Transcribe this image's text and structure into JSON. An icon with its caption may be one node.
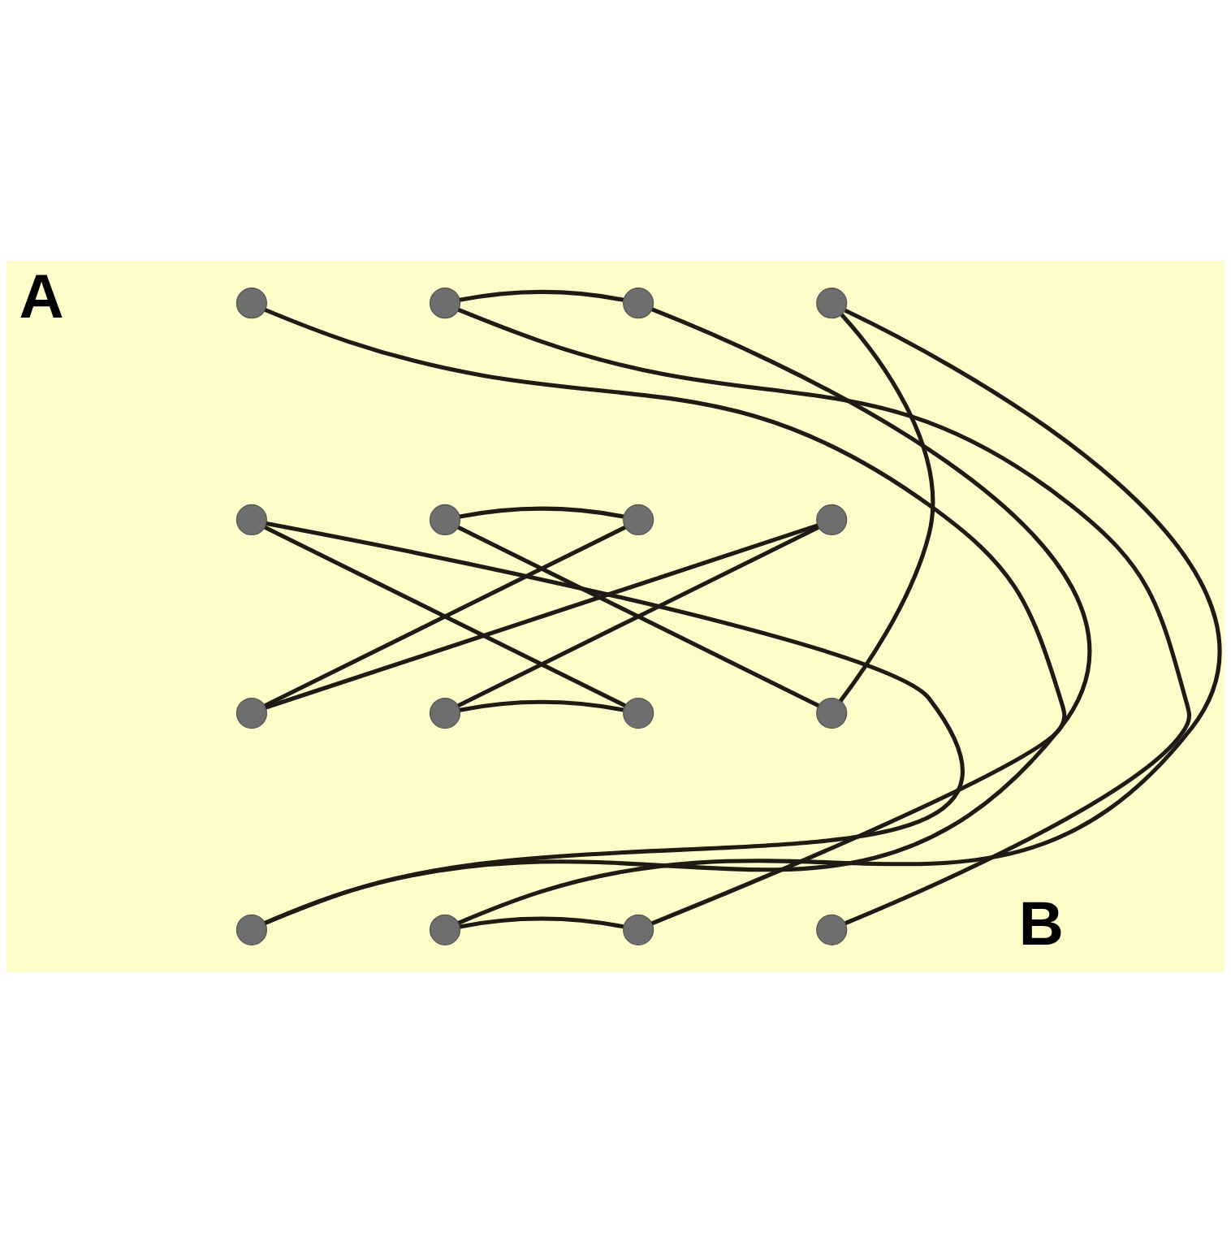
{
  "diagram": {
    "nodes": [
      {
        "text": [],
        "shape": "circle",
        "beside": [
          "A"
        ]
      },
      {
        "text": [],
        "shape": "circle"
      },
      {
        "text": [],
        "shape": "circle"
      },
      {
        "text": [],
        "shape": "circle"
      },
      {
        "text": [],
        "shape": "circle"
      },
      {
        "text": [],
        "shape": "circle"
      },
      {
        "text": [],
        "shape": "circle"
      },
      {
        "text": [],
        "shape": "circle"
      },
      {
        "text": [],
        "shape": "circle"
      },
      {
        "text": [],
        "shape": "circle"
      },
      {
        "text": [],
        "shape": "circle"
      },
      {
        "text": [],
        "shape": "circle"
      },
      {
        "text": [],
        "shape": "circle"
      },
      {
        "text": [],
        "shape": "circle"
      },
      {
        "text": [],
        "shape": "circle"
      },
      {
        "text": [],
        "shape": "circle",
        "beside": [
          "B"
        ]
      }
    ],
    "edges": [
      {
        "from": 0,
        "to": 14,
        "arrow": "none"
      },
      {
        "from": 1,
        "to": 2,
        "arrow": "none"
      },
      {
        "from": 1,
        "to": 15,
        "arrow": "none"
      },
      {
        "from": 2,
        "to": 12,
        "arrow": "none"
      },
      {
        "from": 3,
        "to": 13,
        "arrow": "none"
      },
      {
        "from": 3,
        "to": 11,
        "arrow": "none"
      },
      {
        "from": 4,
        "to": 12,
        "arrow": "none"
      },
      {
        "from": 4,
        "to": 10,
        "arrow": "none"
      },
      {
        "from": 5,
        "to": 6,
        "arrow": "none"
      },
      {
        "from": 5,
        "to": 11,
        "arrow": "none"
      },
      {
        "from": 6,
        "to": 8,
        "arrow": "none"
      },
      {
        "from": 7,
        "to": 8,
        "arrow": "none"
      },
      {
        "from": 7,
        "to": 9,
        "arrow": "none"
      },
      {
        "from": 9,
        "to": 10,
        "arrow": "none"
      },
      {
        "from": 13,
        "to": 14,
        "arrow": "none"
      }
    ]
  }
}
